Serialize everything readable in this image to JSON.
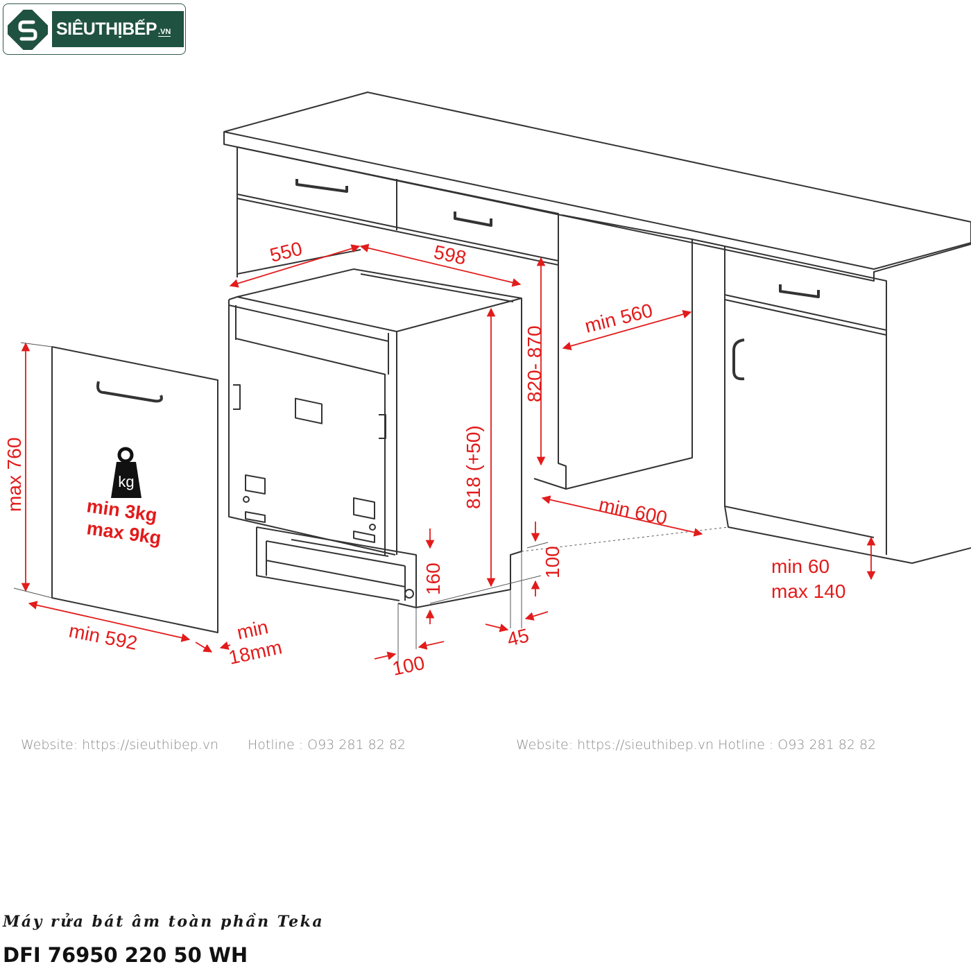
{
  "logo": {
    "name": "SIÊUTHỊBẾP",
    "suffix": ".VN"
  },
  "dimensions": {
    "depth": "550",
    "width": "598",
    "height_range": "820- 870",
    "niche_depth": "min 560",
    "appliance_height": "818 (+50)",
    "niche_width": "min 600",
    "plinth_min": "min 60",
    "plinth_max": "max 140",
    "panel_height": "max 760",
    "panel_width": "min 592",
    "panel_thickness_min": "min",
    "panel_thickness_value": "18mm",
    "plinth_height": "160",
    "plinth_offset": "100",
    "bottom_depth": "100",
    "rear_gap": "45",
    "weight_min": "min  3kg",
    "weight_max": "max 9kg",
    "weight_icon_label": "kg"
  },
  "footer": {
    "left_website": "Website: https://sieuthibep.vn",
    "left_hotline": "Hotline : O93 281 82 82",
    "right": "Website: https://sieuthibep.vn Hotline : O93 281 82 82"
  },
  "caption": "Máy rửa bát âm toàn phần Teka",
  "model": "DFI 76950 220 50 WH",
  "colors": {
    "dimension": "#e21b1b",
    "line": "#333333",
    "brand": "#1f5240"
  },
  "icons": [
    "weight-kg-icon",
    "logo-mark-icon"
  ]
}
